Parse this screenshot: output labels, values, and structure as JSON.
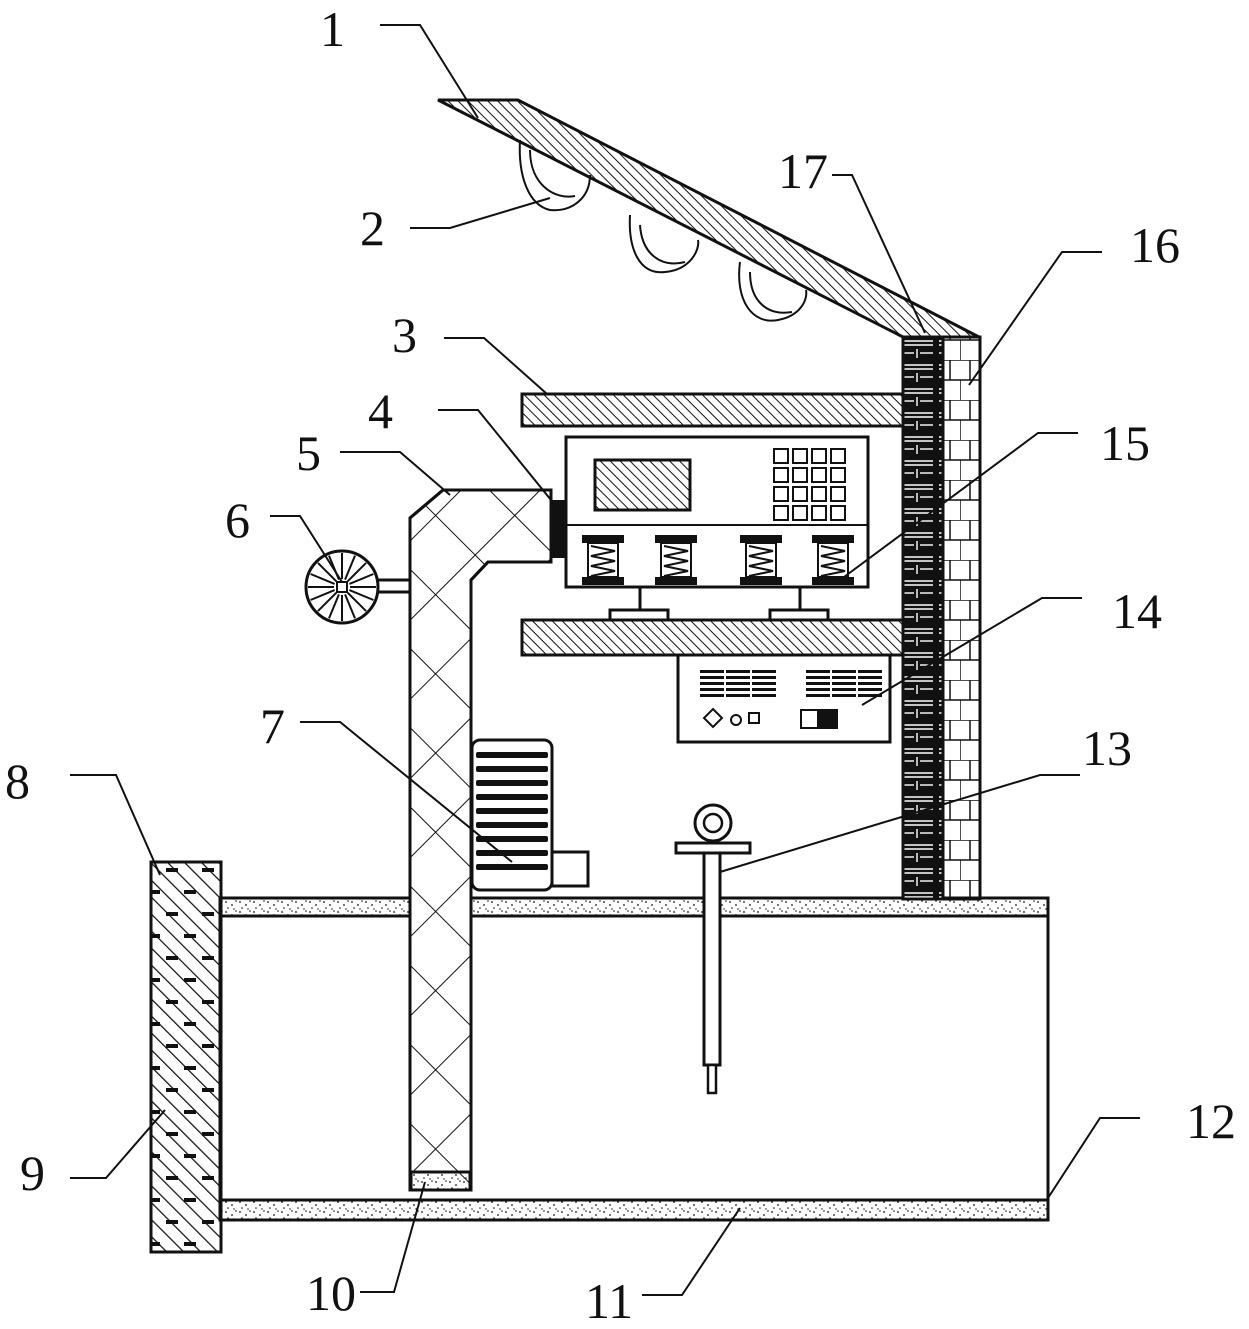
{
  "labels": [
    "1",
    "2",
    "3",
    "4",
    "5",
    "6",
    "7",
    "8",
    "9",
    "10",
    "11",
    "12",
    "13",
    "14",
    "15",
    "16",
    "17"
  ],
  "colors": {
    "ink": "#111111",
    "paper": "#ffffff"
  }
}
